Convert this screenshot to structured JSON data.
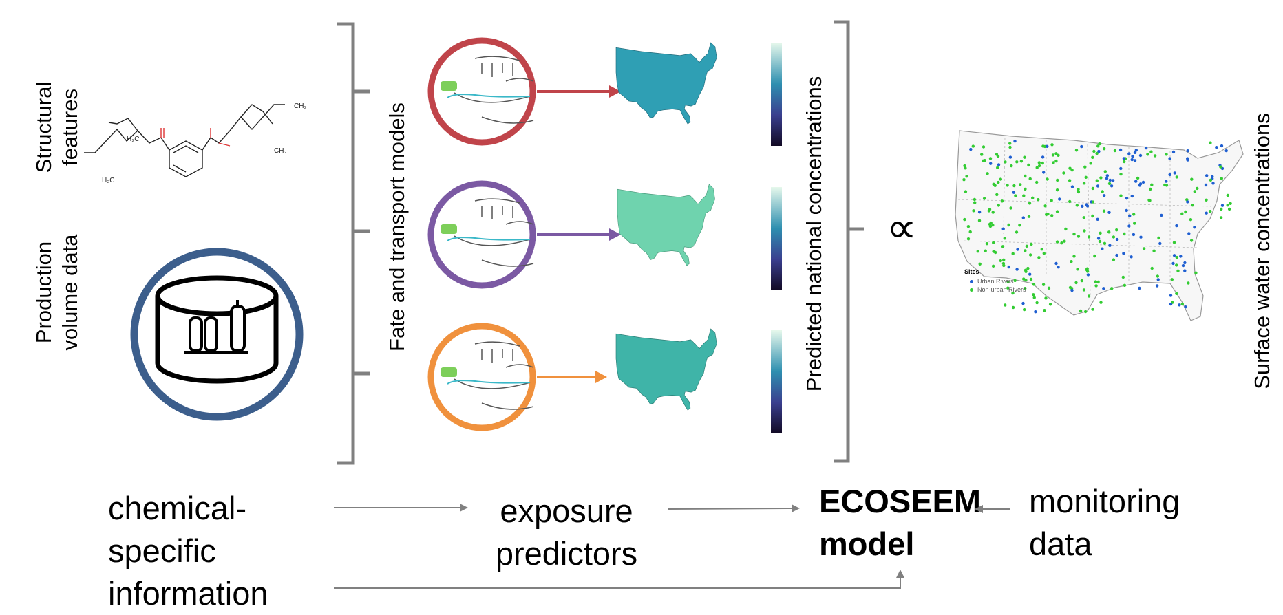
{
  "inputs": {
    "structural": {
      "line1": "Structural",
      "line2": "features"
    },
    "production": {
      "line1": "Production",
      "line2": "volume data"
    },
    "molecule_labels": {
      "ch3_a": "CH₃",
      "h3c_a": "H₃C",
      "ch3_b": "CH₃",
      "h3c_b": "H₃C"
    }
  },
  "models_label": "Fate and transport models",
  "predictions_label": "Predicted national concentrations",
  "proportional_symbol": "∝",
  "observed_label": "Surface water concentrations",
  "map_legend": {
    "title": "Sites",
    "items": [
      {
        "label": "Urban Rivers",
        "color": "#1f5fd1"
      },
      {
        "label": "Non-urban Rivers",
        "color": "#33cc33"
      }
    ]
  },
  "model_colors": [
    "#c0444a",
    "#7b59a3",
    "#f0913d"
  ],
  "prediction_fills": [
    "#2f9fb4",
    "#6fd3ae",
    "#3fb4a8"
  ],
  "flow": {
    "chemical": {
      "line1": "chemical-",
      "line2": "specific",
      "line3": "information"
    },
    "exposure": {
      "line1": "exposure",
      "line2": "predictors"
    },
    "ecoseem": {
      "line1": "ECOSEEM",
      "line2": "model"
    },
    "monitoring": {
      "line1": "monitoring",
      "line2": "data"
    }
  }
}
